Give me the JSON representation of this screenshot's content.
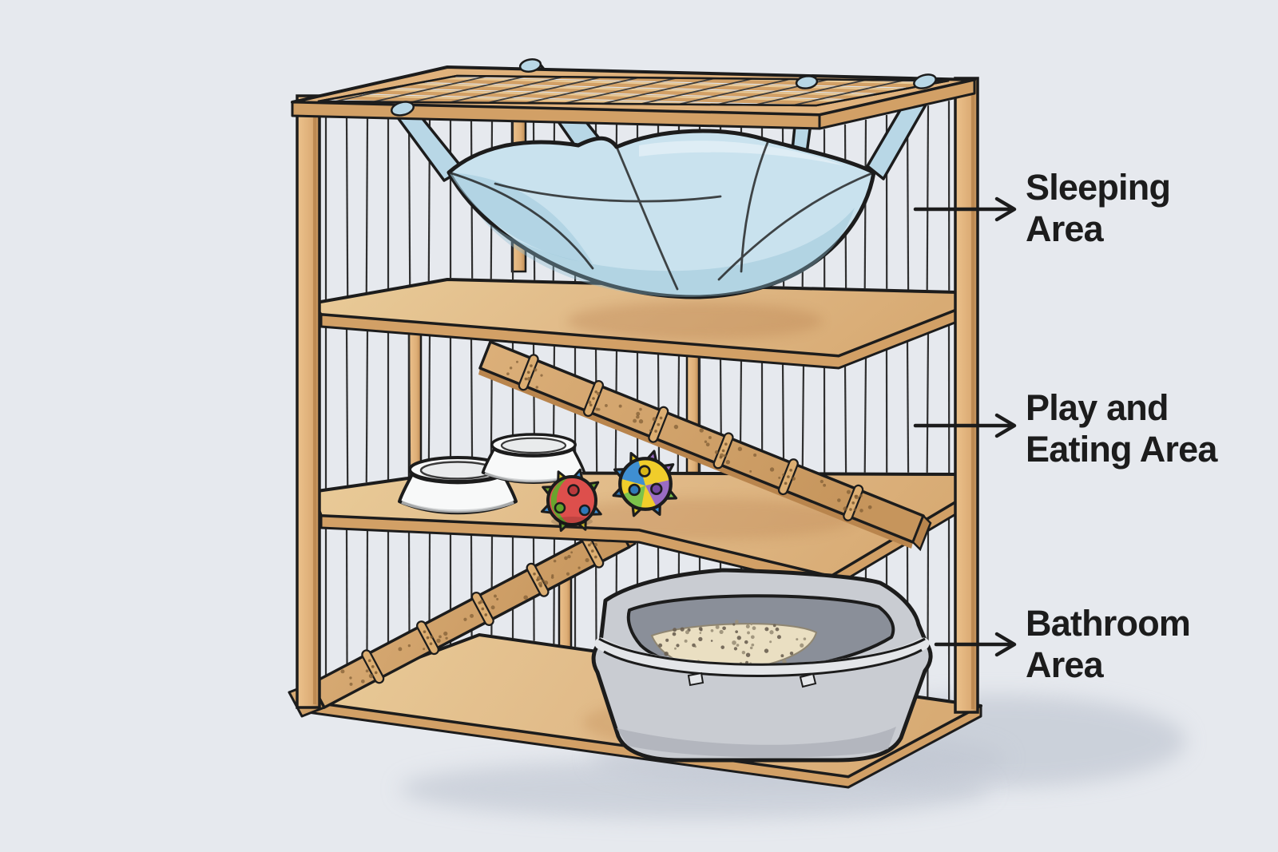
{
  "page": {
    "background": "#e6e9ee"
  },
  "colors": {
    "background": "#e6e9ee",
    "ink": "#1c1c1c",
    "wire": "#2f2f2f",
    "wood": "#e0b27c",
    "wood_mid": "#d2a066",
    "wood_dark": "#b9854d",
    "wood_pale": "#e9cb98",
    "ramp_wood": "#d4a369",
    "tread_wood": "#dcae72",
    "tread_dot": "#7d5b33",
    "cage_inner": "#e2e6eb",
    "hammock": "#c9e2ee",
    "hammock_shade": "#a4cbdd",
    "hammock_deep": "#8fbcd1",
    "strap": "#b8d7e6",
    "bowl": "#f8f9f9",
    "bowl_inner": "#e9ebec",
    "toy_red": "#dd4f4c",
    "toy_green": "#6aa42e",
    "toy_blue": "#3f8fd2",
    "toy_yellow": "#f0cd2b",
    "toy_purple": "#9a6cc3",
    "litter_box": "#c9ccd2",
    "litter_box_rim": "#e4e6e9",
    "litter_box_dark": "#a9adb5",
    "litter_box_inner": "#8a8f99",
    "litter": "#ead fc2",
    "litter_sand": "#eadfc2",
    "litter_speck": "#6b6152",
    "shadow": "#c3c9d4",
    "label_text": "#1c1c1c"
  },
  "annotations": {
    "labels": [
      {
        "id": "sleeping-area",
        "line1": "Sleeping",
        "line2": "Area"
      },
      {
        "id": "play-eating-area",
        "line1": "Play and",
        "line2": "Eating Area"
      },
      {
        "id": "bathroom-area",
        "line1": "Bathroom",
        "line2": "Area"
      }
    ]
  },
  "illustration": {
    "subject": "Three-level pet cage cross-section with wooden frame and wire bars",
    "levels": [
      {
        "name": "Sleeping Area",
        "items": [
          "hanging fabric hammock"
        ]
      },
      {
        "name": "Play and Eating Area",
        "items": [
          "food bowl",
          "water bowl",
          "spiky toy ball",
          "spiky toy ball",
          "wooden ramp with treads"
        ]
      },
      {
        "name": "Bathroom Area",
        "items": [
          "litter box with sand litter",
          "wooden ramp with treads"
        ]
      }
    ]
  }
}
